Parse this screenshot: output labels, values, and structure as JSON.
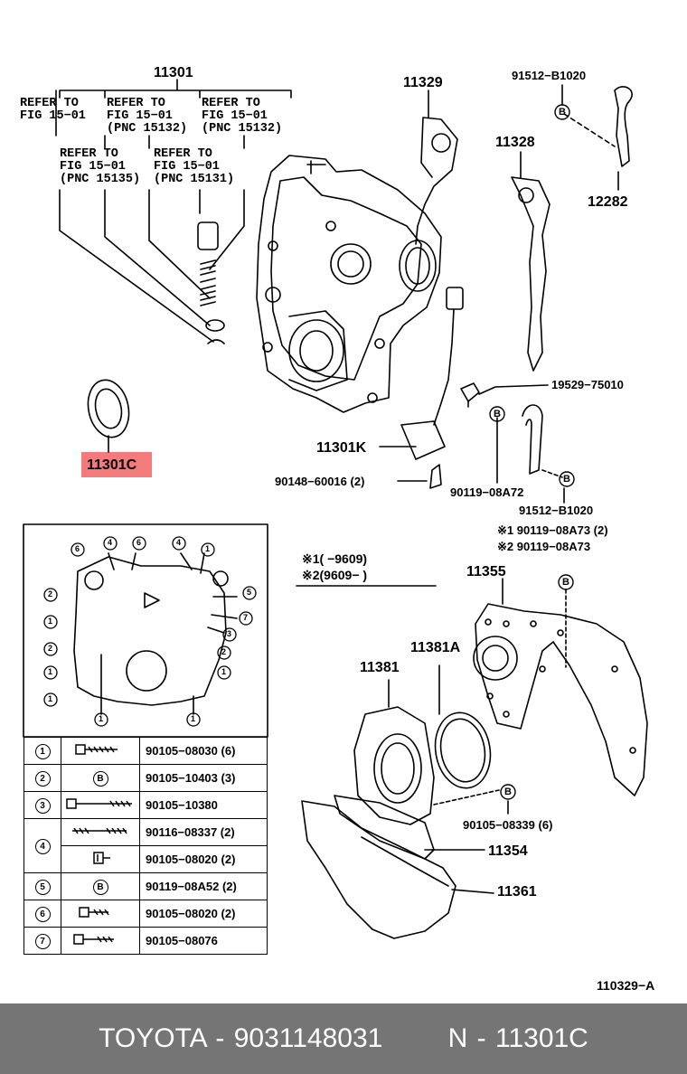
{
  "parts": {
    "p11301": "11301",
    "p11329": "11329",
    "p91512_top": "91512−B1020",
    "p11328": "11328",
    "p12282": "12282",
    "p19529": "19529−75010",
    "p11301K": "11301K",
    "p11301C": "11301C",
    "p90148": "90148−60016 (2)",
    "p90119_a72": "90119−08A72",
    "p91512_bottom": "91512−B1020",
    "p90119_a73_2": "※1 90119−08A73 (2)",
    "p90119_a73": "※2 90119−08A73",
    "p11355": "11355",
    "p11381A": "11381A",
    "p11381": "11381",
    "p90105_08339": "90105−08339 (6)",
    "p11354": "11354",
    "p11361": "11361"
  },
  "refer_notes": [
    {
      "line1": "REFER TO",
      "line2": "FIG 15−01"
    },
    {
      "line1": "REFER TO",
      "line2": "FIG 15−01",
      "line3": "(PNC 15132)"
    },
    {
      "line1": "REFER TO",
      "line2": "FIG 15−01",
      "line3": "(PNC 15132)"
    },
    {
      "line1": "REFER TO",
      "line2": "FIG 15−01",
      "line3": "(PNC 15135)"
    },
    {
      "line1": "REFER TO",
      "line2": "FIG 15−01",
      "line3": "(PNC 15131)"
    }
  ],
  "notes": {
    "note1": "※1(       −9609)",
    "note2": "※2(9609−       )"
  },
  "bolt_marker": "B",
  "inset_callouts": [
    "1",
    "2",
    "3",
    "4",
    "5",
    "6",
    "7"
  ],
  "legend": [
    {
      "num": "1",
      "code": "90105−08030 (6)",
      "icon": "flange-bolt-short-icon"
    },
    {
      "num": "2",
      "code": "90105−10403 (3)",
      "icon": "bolt-b-marker-icon"
    },
    {
      "num": "3",
      "code": "90105−10380",
      "icon": "flange-bolt-long-icon"
    },
    {
      "num": "4",
      "code": "90116−08337 (2)",
      "icon": "stud-bolt-icon"
    },
    {
      "num": "4",
      "code": "90105−08020 (2)",
      "icon": "bolt-small-icon"
    },
    {
      "num": "5",
      "code": "90119−08A52 (2)",
      "icon": "bolt-b-marker-icon"
    },
    {
      "num": "6",
      "code": "90105−08020 (2)",
      "icon": "bolt-medium-icon"
    },
    {
      "num": "7",
      "code": "90105−08076",
      "icon": "flange-bolt-medium-icon"
    }
  ],
  "figure_id": "110329−A",
  "footer": "TOYOTA - 9031148031       N - 11301C",
  "colors": {
    "highlight": "#f47b7b",
    "footer_bg": "#757575",
    "footer_text": "#ffffff"
  }
}
